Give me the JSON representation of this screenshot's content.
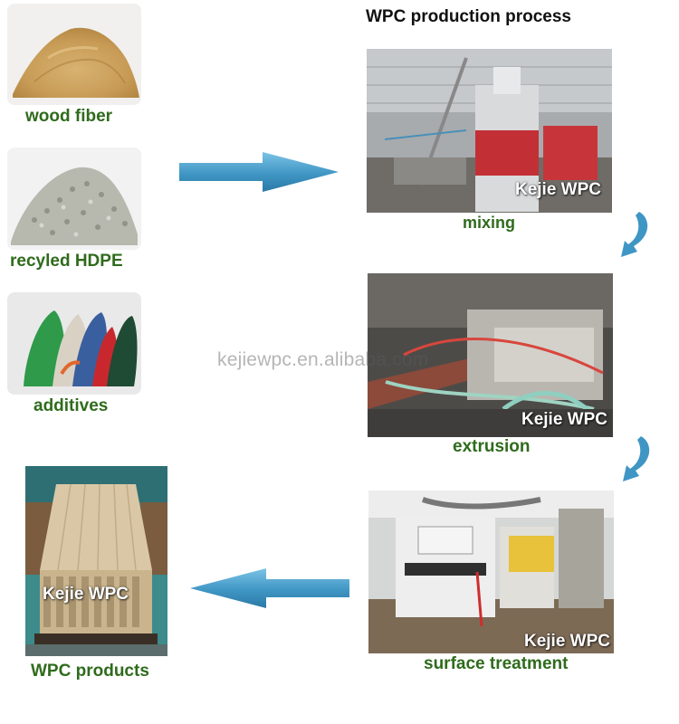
{
  "header": {
    "title": "WPC production process"
  },
  "materials": [
    {
      "label": "wood fiber"
    },
    {
      "label": "recyled HDPE"
    },
    {
      "label": "additives"
    }
  ],
  "steps": [
    {
      "label": "mixing",
      "brand": "Kejie WPC"
    },
    {
      "label": "extrusion",
      "brand": "Kejie WPC"
    },
    {
      "label": "surface treatment",
      "brand": "Kejie WPC"
    }
  ],
  "output": {
    "label": "WPC products",
    "brand": "Kejie WPC"
  },
  "watermark": "kejiewpc.en.alibaba.com",
  "icons": {
    "flow_arrow": "right-arrow-icon",
    "back_arrow": "left-arrow-icon",
    "turn_arrow": "curved-down-arrow-icon"
  },
  "colors": {
    "label_green": "#2f6b1c",
    "arrow_blue": "#3f96c4"
  }
}
